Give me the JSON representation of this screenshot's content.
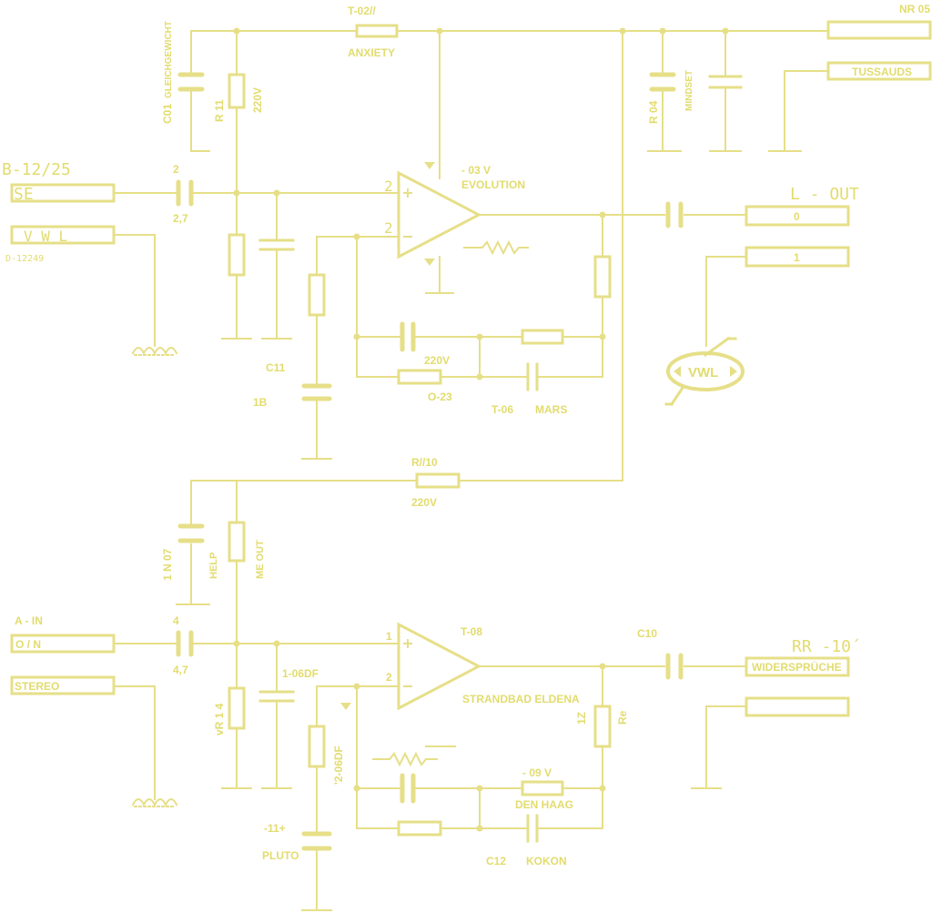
{
  "palette": {
    "line": "#e6df88",
    "text": "#e2dc6e",
    "background": "#ffffff"
  },
  "labels": {
    "nr05": "NR 05",
    "tussauds": "TUSSAUDS",
    "t02": "T-02//",
    "anxiety": "ANXIETY",
    "c01": "C01",
    "gleichgewicht": "GLEICHGEWICHT",
    "r11": "R 11",
    "v220_top": "220V",
    "r04": "R 04",
    "mindset": "MINDSET",
    "b1225": "B-12/25",
    "se": "SE",
    "vwl_box": "V  W  L",
    "d12249": "D-12249",
    "cap2": "2",
    "cap27": "2,7",
    "pin2a": "2",
    "pin2b": "2",
    "v03": "- 03 V",
    "evolution": "EVOLUTION",
    "lout": "L - OUT",
    "out0": "0",
    "out1": "1",
    "vwl_ring": "VWL",
    "c11": "C11",
    "b1b": "1B",
    "v220_mid": "220V",
    "o23": "O-23",
    "t06": "T-06",
    "mars": "MARS",
    "r10": "R//10",
    "v220_low": "220V",
    "n07": "1 N 07",
    "help": "HELP",
    "meout": "ME OUT",
    "ain": "A - IN",
    "on": "O / N",
    "stereo": "STEREO",
    "cap4": "4",
    "cap47": "4,7",
    "pin1": "1",
    "pin2c": "2",
    "t08": "T-08",
    "strandbad": "STRANDBAD ELDENA",
    "c10": "C10",
    "rr10": "RR -10´",
    "widerspruche": "WIDERSPRÜCHE",
    "r14": "vR 1 4",
    "o6df": "1-06DF",
    "o6df2": "'2-06DF",
    "r1z": "1Z",
    "re": "Re",
    "v09": "- 09 V",
    "denhaag": "DEN HAAG",
    "c12": "C12",
    "kokon": "KOKON",
    "minus11": "-11+",
    "pluto": "PLUTO"
  }
}
